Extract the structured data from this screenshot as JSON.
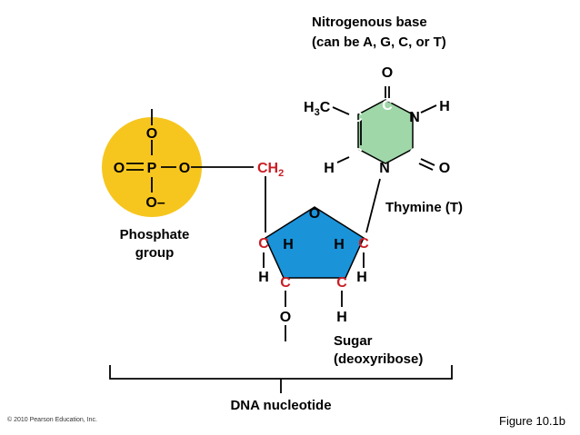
{
  "labels": {
    "base_line1": "Nitrogenous base",
    "base_line2": "(can be A, G, C, or T)",
    "thymine": "Thymine (T)",
    "phosphate_line1": "Phosphate",
    "phosphate_line2": "group",
    "sugar_line1": "Sugar",
    "sugar_line2": "(deoxyribose)",
    "nucleotide": "DNA nucleotide",
    "copyright": "© 2010 Pearson Education, Inc.",
    "figure": "Figure 10.1b"
  },
  "atoms": {
    "O": "O",
    "P": "P",
    "C": "C",
    "H": "H",
    "N": "N",
    "O_minus": "O–",
    "H3": "H",
    "H3_sub": "3",
    "CH2": "CH",
    "CH2_sub": "2",
    "methyl_C": "C"
  },
  "colors": {
    "phosphate": "#f7c61e",
    "sugar": "#1a93d9",
    "base": "#9fd7a9",
    "carbon_red": "#c81e24"
  },
  "icons": [
    "phosphate-circle",
    "sugar-pentagon",
    "base-hexagon",
    "nucleotide-bracket"
  ]
}
